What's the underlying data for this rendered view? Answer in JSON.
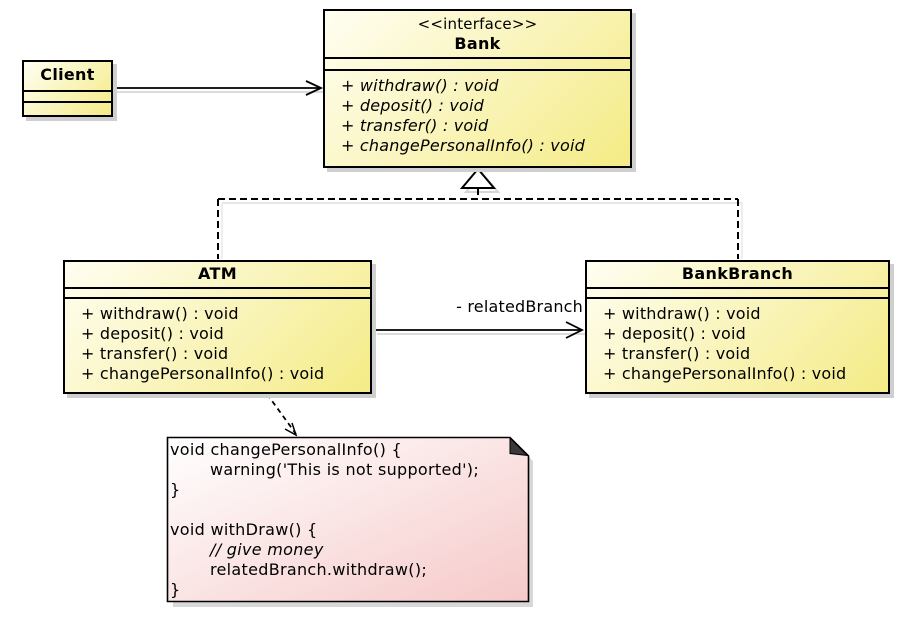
{
  "colors": {
    "class_fill_top": "#fffef2",
    "class_fill_bottom": "#f4eb85",
    "note_fill_top": "#ffffff",
    "note_fill_bottom": "#f6c9c9",
    "border": "#000000",
    "shadow": "#cfcfcf",
    "background": "#ffffff"
  },
  "classes": {
    "client": {
      "name": "Client"
    },
    "bank": {
      "stereotype": "<<interface>>",
      "name": "Bank",
      "methods": [
        "+ withdraw() : void",
        "+ deposit() : void",
        "+ transfer() : void",
        "+ changePersonalInfo() : void"
      ]
    },
    "atm": {
      "name": "ATM",
      "methods": [
        "+ withdraw() : void",
        "+ deposit() : void",
        "+ transfer() : void",
        "+ changePersonalInfo() : void"
      ]
    },
    "bankbranch": {
      "name": "BankBranch",
      "methods": [
        "+ withdraw() : void",
        "+ deposit() : void",
        "+ transfer() : void",
        "+ changePersonalInfo() : void"
      ]
    }
  },
  "relations": {
    "association_label": "- relatedBranch"
  },
  "note": {
    "lines": [
      "void changePersonalInfo() {",
      "warning('This is not supported');",
      "}",
      "",
      "void withDraw() {",
      "// give money",
      "relatedBranch.withdraw();",
      "}"
    ]
  }
}
